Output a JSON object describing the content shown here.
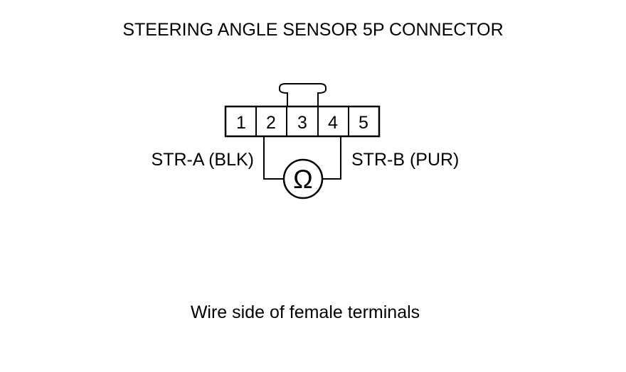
{
  "title": "STEERING ANGLE SENSOR 5P CONNECTOR",
  "connector": {
    "pins": [
      "1",
      "2",
      "3",
      "4",
      "5"
    ]
  },
  "labels": {
    "left_wire": "STR-A (BLK)",
    "right_wire": "STR-B (PUR)"
  },
  "meter": {
    "symbol": "Ω"
  },
  "caption": "Wire side of female terminals"
}
